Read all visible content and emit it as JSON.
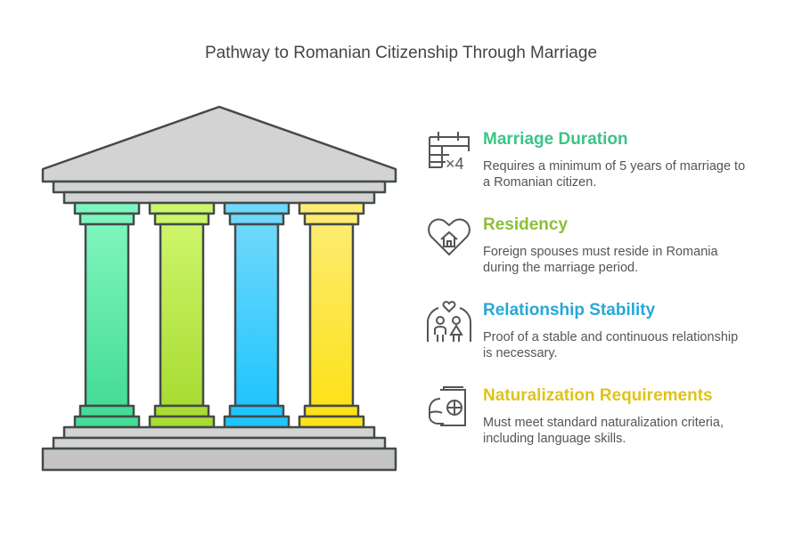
{
  "title": "Pathway to Romanian Citizenship Through Marriage",
  "items": [
    {
      "title": "Marriage Duration",
      "text": "Requires a minimum of 5 years of marriage to a Romanian citizen.",
      "color": "#3cc487",
      "icon": "calendar-x4-icon",
      "icon_text": "×4"
    },
    {
      "title": "Residency",
      "text": "Foreign spouses must reside in Romania during the marriage period.",
      "color": "#8dbf35",
      "icon": "heart-house-icon"
    },
    {
      "title": "Relationship Stability",
      "text": "Proof of a stable and continuous relationship is necessary.",
      "color": "#27a8d6",
      "icon": "couple-heart-icon"
    },
    {
      "title": "Naturalization Requirements",
      "text": "Must meet standard naturalization criteria, including language skills.",
      "color": "#dfc31b",
      "icon": "passport-hand-icon"
    }
  ],
  "pillar_colors": [
    [
      "#7ef5bd",
      "#45dc96"
    ],
    [
      "#cdf56a",
      "#a8dc32"
    ],
    [
      "#6fd8fb",
      "#20c5fd"
    ],
    [
      "#fdec70",
      "#fde11a"
    ]
  ]
}
